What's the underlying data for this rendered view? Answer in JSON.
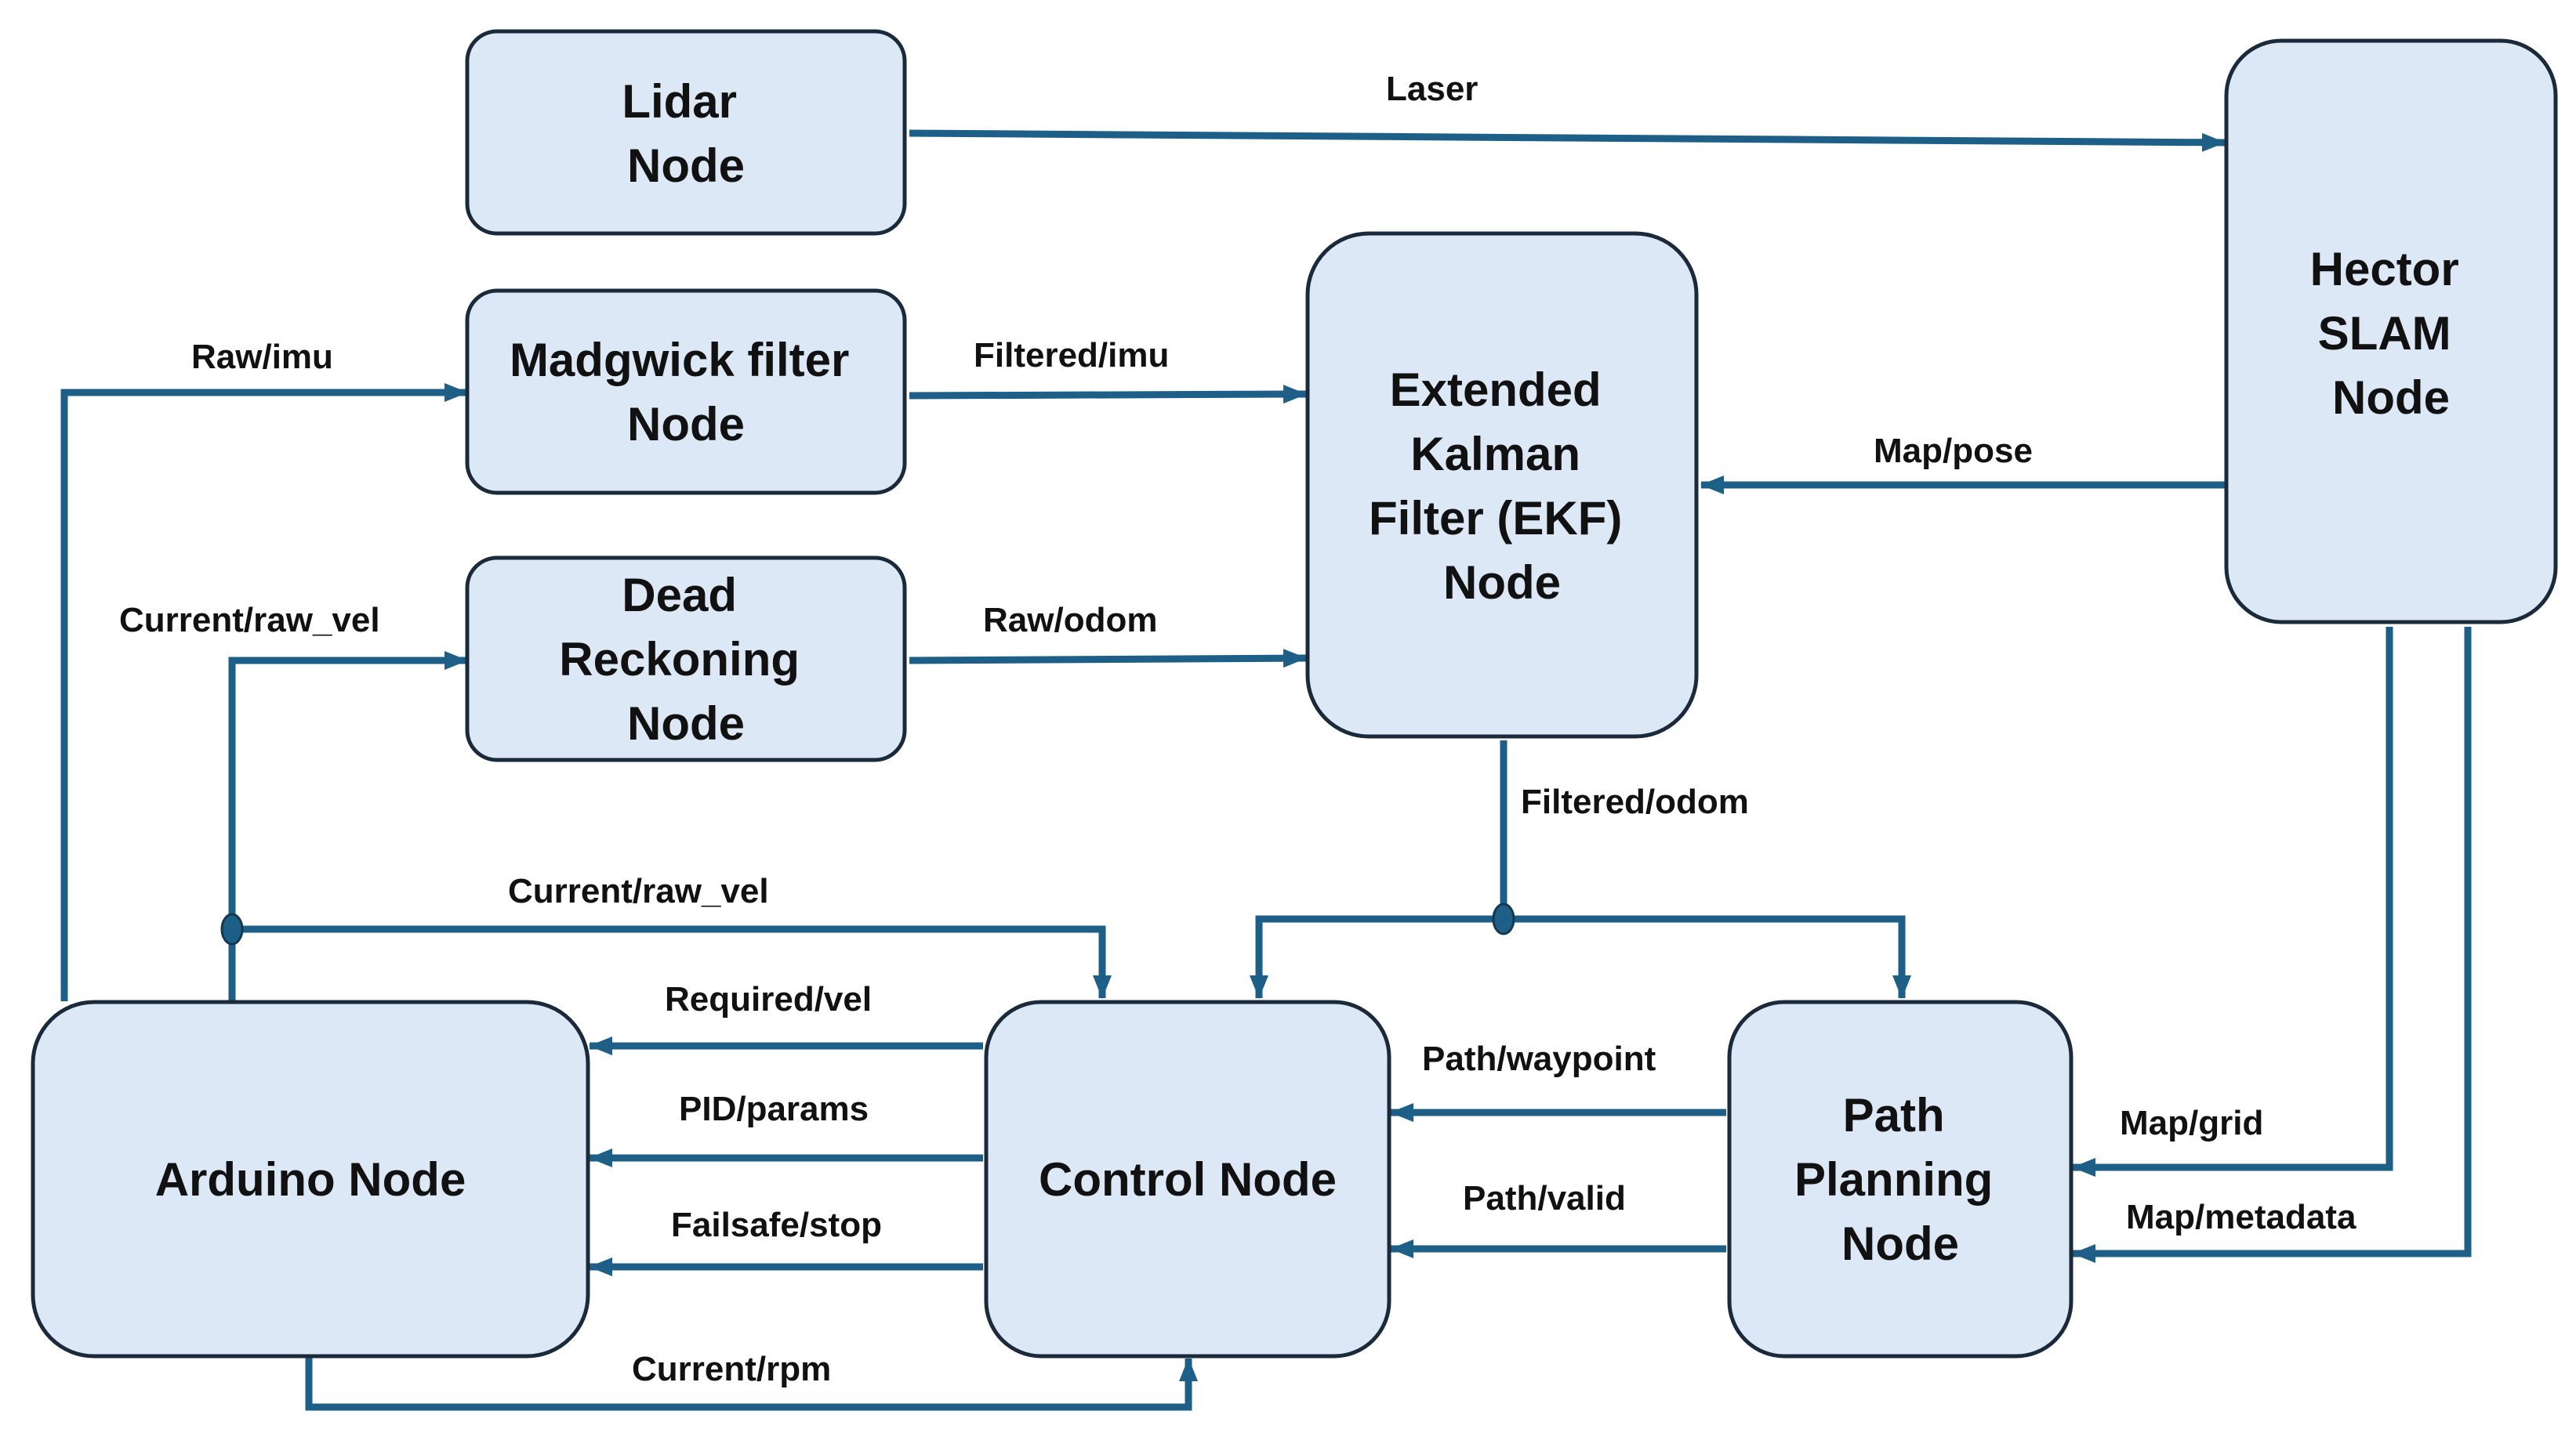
{
  "colors": {
    "node_fill": "#dce8f5",
    "node_border": "#1b2a3a",
    "edge": "#1d5f86",
    "text": "#111111"
  },
  "nodes": {
    "lidar": {
      "lines": [
        "Lidar",
        "Node"
      ]
    },
    "madgwick": {
      "lines": [
        "Madgwick filter",
        "Node"
      ]
    },
    "dead": {
      "lines": [
        "Dead",
        "Reckoning",
        "Node"
      ]
    },
    "ekf": {
      "lines": [
        "Extended",
        "Kalman",
        "Filter (EKF)",
        "Node"
      ]
    },
    "hector": {
      "lines": [
        "Hector",
        "SLAM",
        "Node"
      ]
    },
    "arduino": {
      "lines": [
        "Arduino Node"
      ]
    },
    "control": {
      "lines": [
        "Control Node"
      ]
    },
    "path": {
      "lines": [
        "Path",
        "Planning",
        "Node"
      ]
    }
  },
  "edges": {
    "laser": "Laser",
    "raw_imu": "Raw/imu",
    "filtered_imu": "Filtered/imu",
    "map_pose": "Map/pose",
    "current_raw_vel_top": "Current/raw_vel",
    "raw_odom": "Raw/odom",
    "filtered_odom": "Filtered/odom",
    "current_raw_vel_mid": "Current/raw_vel",
    "required_vel": "Required/vel",
    "pid_params": "PID/params",
    "failsafe_stop": "Failsafe/stop",
    "current_rpm": "Current/rpm",
    "path_waypoint": "Path/waypoint",
    "path_valid": "Path/valid",
    "map_grid": "Map/grid",
    "map_metadata": "Map/metadata"
  }
}
